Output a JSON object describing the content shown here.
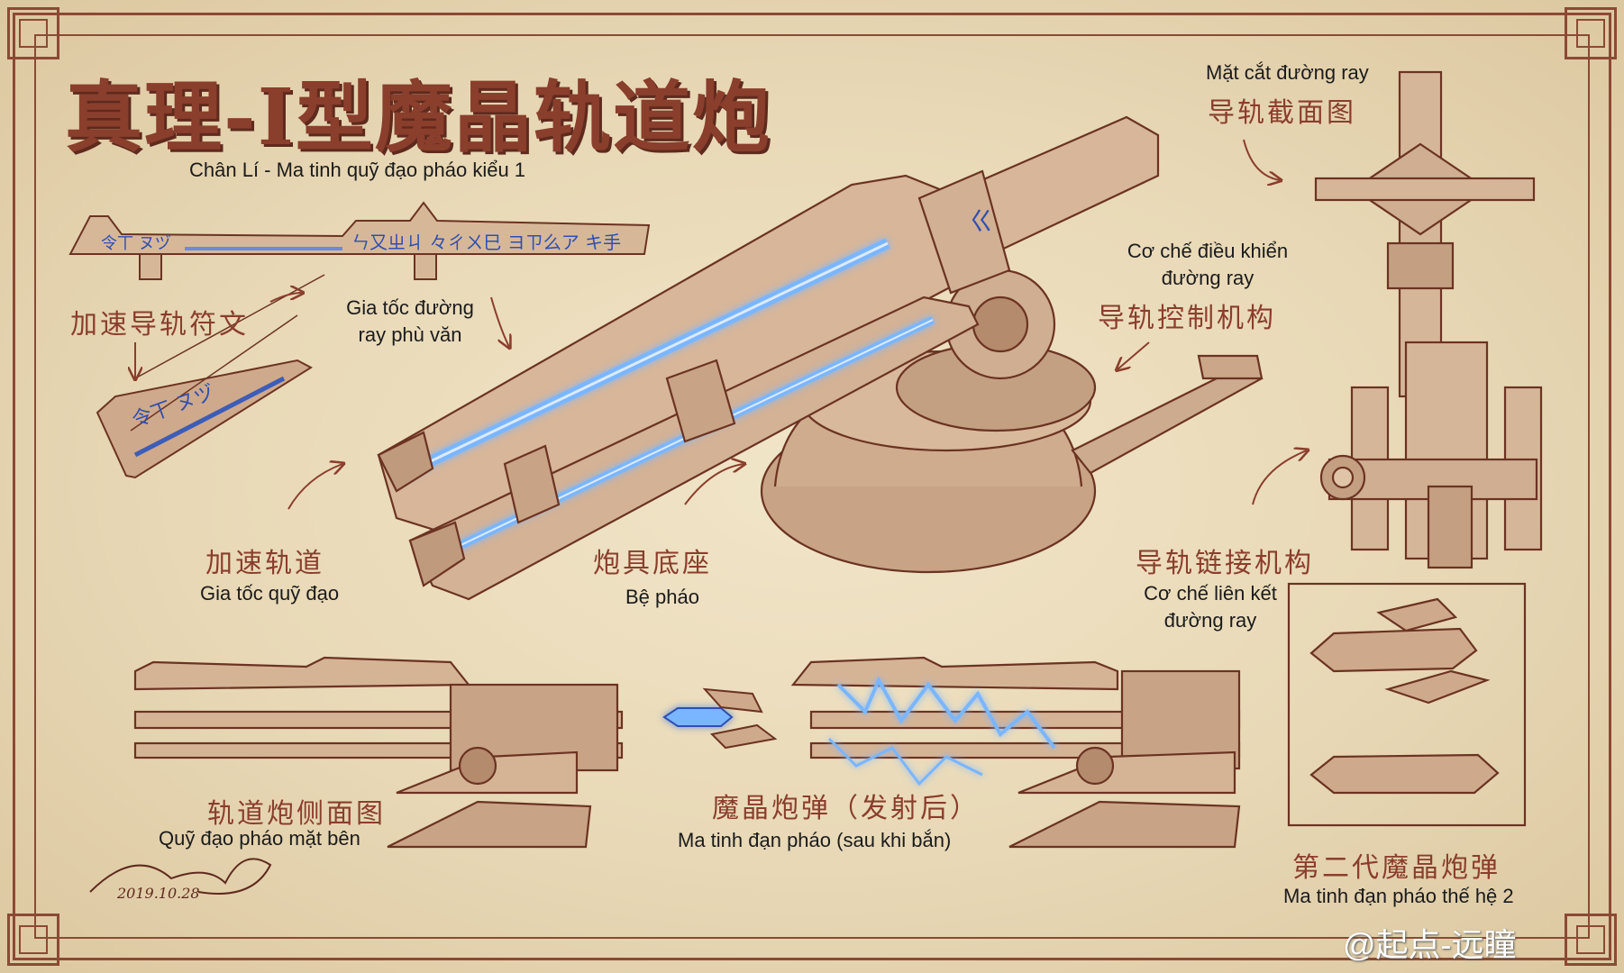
{
  "title_zh": "真理-Ⅰ型魔晶轨道炮",
  "title_vi": "Chân Lí - Ma tinh quỹ đạo pháo kiểu 1",
  "labels": {
    "rune_zh": "加速导轨符文",
    "rune_vi": "Gia tốc đường ray phù văn",
    "section_vi": "Mặt cắt đường ray",
    "section_zh": "导轨截面图",
    "control_vi": "Cơ chế điều khiển đường ray",
    "control_zh": "导轨控制机构",
    "accel_zh": "加速轨道",
    "accel_vi": "Gia tốc quỹ đạo",
    "base_zh": "炮具底座",
    "base_vi": "Bệ pháo",
    "link_zh": "导轨链接机构",
    "link_vi": "Cơ chế liên kết đường ray",
    "side_zh": "轨道炮侧面图",
    "side_vi": "Quỹ đạo pháo mặt bên",
    "shell_zh": "魔晶炮弹（发射后）",
    "shell_vi": "Ma tinh đạn pháo (sau khi bắn)",
    "gen2_zh": "第二代魔晶炮弹",
    "gen2_vi": "Ma tinh đạn pháo thế hệ 2"
  },
  "rune_glyphs_top": "ㄣ又ㄓㄐ 々ㄔㄨ巳 ヨㄗ么ア キ手",
  "rune_glyphs_short": "令丅 ヌヅ",
  "signature": "2019.10.28",
  "watermark": "@起点-远瞳",
  "colors": {
    "ink": "#8a3e2c",
    "paper": "#eadcbc",
    "metal": "#c9a386",
    "glow": "#7ab6ff"
  }
}
